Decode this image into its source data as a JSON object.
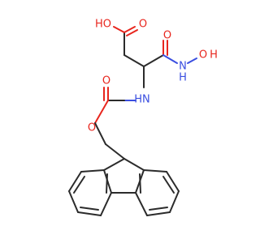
{
  "molecule": {
    "atom_labels": {
      "acid_oh": "HO",
      "acid_carbonyl_o": "O",
      "amide_carbonyl_o": "O",
      "amide_n": "N",
      "amide_h": "H",
      "hydroxyl_o": "O",
      "hydroxyl_h": "H",
      "carbamate_nh": "HN",
      "carbamate_carbonyl_o": "O",
      "carbamate_ester_o": "O"
    },
    "colors": {
      "carbon_bond": "#2b2b2b",
      "oxygen": "#e8261e",
      "nitrogen": "#3a4ee0"
    }
  }
}
